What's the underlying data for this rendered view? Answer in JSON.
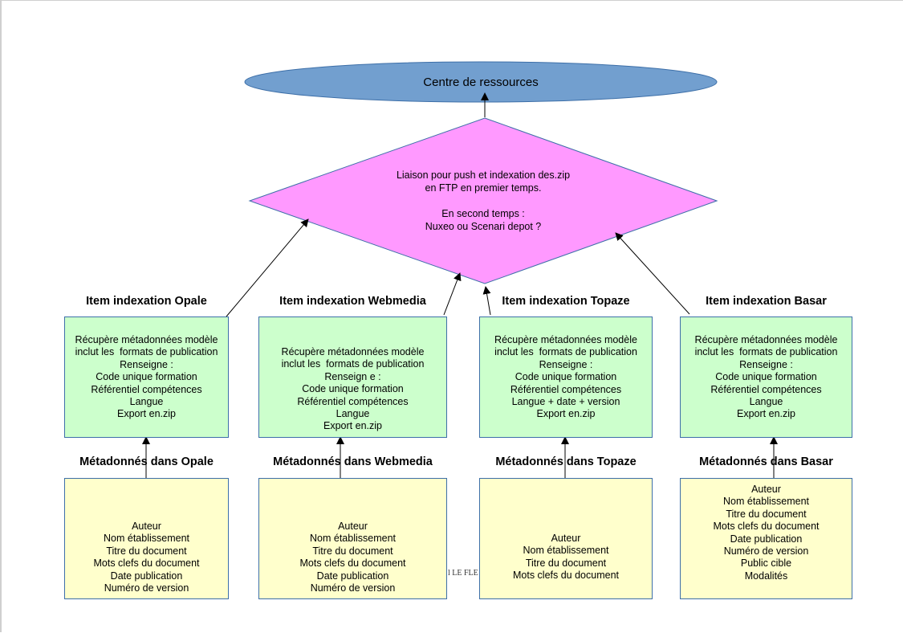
{
  "colors": {
    "ellipse_fill": "#729fcf",
    "diamond_fill": "#ff99ff",
    "item_fill": "#ccffcc",
    "meta_fill": "#ffffcc",
    "border": "#3d6fa8"
  },
  "centre": {
    "label": "Centre de ressources"
  },
  "liaison": {
    "lines": [
      "Liaison pour  push et indexation des.zip",
      "en FTP en premier temps.",
      "",
      "En second temps :",
      "Nuxeo ou Scenari depot ?"
    ]
  },
  "columns": [
    {
      "item_heading": "Item indexation Opale",
      "item_lines": [
        "Récupère métadonnées modèle",
        "inclut les  formats de publication",
        "Renseigne :",
        "Code unique formation",
        "Référentiel compétences",
        "Langue",
        "Export en.zip"
      ],
      "meta_heading": "Métadonnés dans Opale",
      "meta_lines": [
        "Auteur",
        "Nom établissement",
        "Titre du document",
        "Mots clefs du document",
        "Date publication",
        "Numéro de version"
      ]
    },
    {
      "item_heading": "Item indexation Webmedia",
      "item_lines": [
        "Récupère métadonnées modèle",
        "inclut les  formats de publication",
        "Renseign e :",
        "Code unique formation",
        "Référentiel compétences",
        "Langue",
        "Export en.zip"
      ],
      "meta_heading": "Métadonnés dans Webmedia",
      "meta_lines": [
        "Auteur",
        "Nom établissement",
        "Titre du document",
        "Mots clefs du document",
        "Date publication",
        "Numéro de version"
      ]
    },
    {
      "item_heading": "Item indexation Topaze",
      "item_lines": [
        "Récupère métadonnées modèle",
        "inclut les  formats de publication",
        "Renseigne :",
        "Code unique formation",
        "Référentiel compétences",
        "Langue + date + version",
        "Export en.zip"
      ],
      "meta_heading": "Métadonnés  dans Topaze",
      "meta_lines": [
        "Auteur",
        "Nom établissement",
        "Titre du document",
        "Mots clefs du document"
      ]
    },
    {
      "item_heading": "Item indexation Basar",
      "item_lines": [
        "Récupère métadonnées modèle",
        "inclut les  formats de publication",
        "Renseigne :",
        "Code unique formation",
        "Référentiel compétences",
        "Langue",
        "Export en.zip"
      ],
      "meta_heading": "Métadonnés  dans Basar",
      "meta_lines": [
        "Auteur",
        "Nom établissement",
        "Titre du document",
        "Mots clefs du document",
        "Date publication",
        "Numéro de version",
        "Public cible",
        "Modalités"
      ]
    }
  ],
  "footer_fragment": "l LE FLE"
}
